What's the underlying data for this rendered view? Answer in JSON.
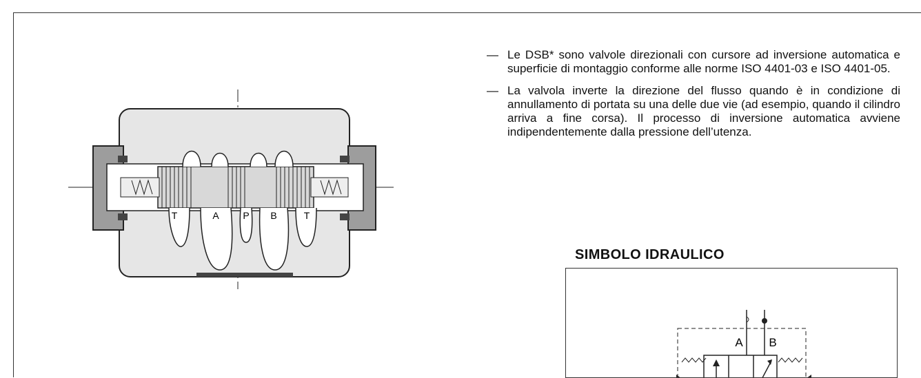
{
  "notes": [
    {
      "marker": "—",
      "text": "Le DSB* sono valvole direzionali con cursore ad inversione automatica e superficie di montaggio conforme alle norme ISO 4401-03 e ISO 4401-05."
    },
    {
      "marker": "—",
      "text": "La valvola inverte la direzione del flusso quando è in condizione di annullamento di portata su una delle due vie (ad esempio, quando il cilindro arriva a fine corsa). Il processo di inversione automatica avviene indipendentemente dalla pressione dell’utenza."
    }
  ],
  "drawing": {
    "port_labels": [
      "T",
      "A",
      "P",
      "B",
      "T"
    ]
  },
  "symbol": {
    "title": "SIMBOLO IDRAULICO",
    "labels": [
      "A",
      "B"
    ]
  }
}
